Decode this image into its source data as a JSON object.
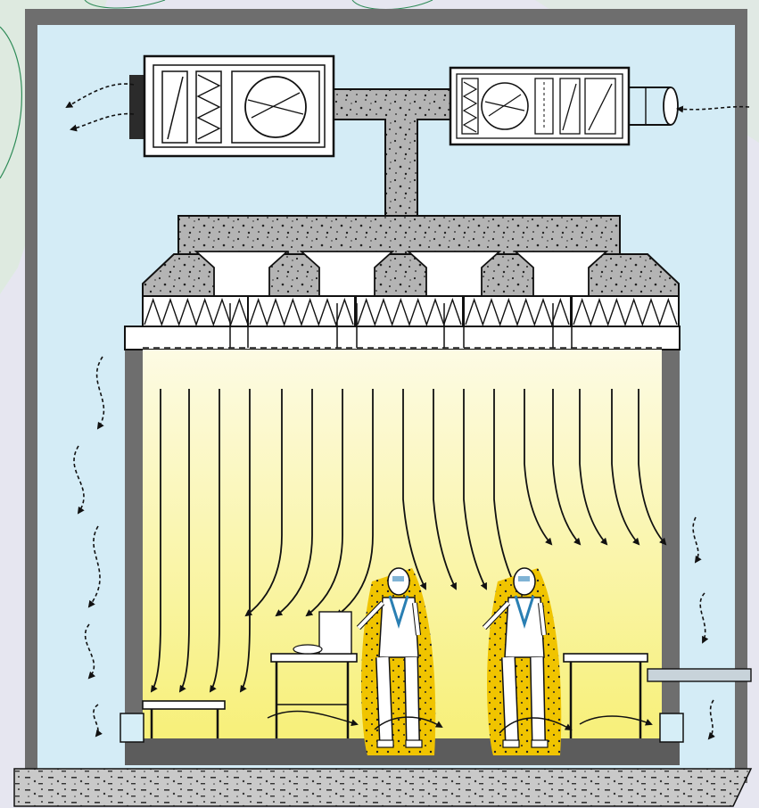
{
  "colors": {
    "page_background": "#e6e6f0",
    "backdrop_tint": "#dcebdc",
    "room_fill": "#d4ecf6",
    "enclosure_wall": "#6e6e6e",
    "duct_fill": "#b4b4b4",
    "clean_zone_top": "#fdfbe4",
    "clean_zone_bottom": "#f7f079",
    "contamination_halo": "#f0c400",
    "floor_slab": "#c9c9c9",
    "outline": "#111111",
    "air_filter_box": "#d6eef7"
  },
  "components": {
    "left_unit_icons": [
      "damper-icon",
      "pre-filter-icon",
      "fan-icon"
    ],
    "right_unit_icons": [
      "filter-icon",
      "fan-icon",
      "coil-icon",
      "damper-icon"
    ],
    "hepa_filter_count": 5,
    "operator_count": 2,
    "workbench_count": 3
  }
}
